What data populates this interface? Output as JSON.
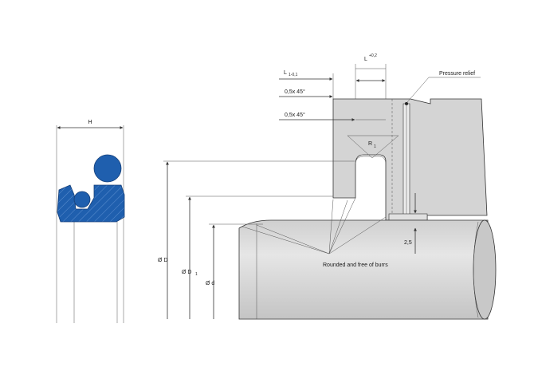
{
  "colors": {
    "seal_blue": "#1f5fae",
    "housing_gray": "#d4d4d4",
    "rod_gray": "#d9d9d9",
    "line": "#333333"
  },
  "labels": {
    "h": "H",
    "l1": "L",
    "l1_sub": "1-0,1",
    "l": "L",
    "l_sup": "+0,2",
    "chamfer1": "0,5x  45°",
    "chamfer2": "0,5x  45°",
    "r1": "R",
    "r1_sub": "1",
    "pressure_relief": "Pressure relief",
    "rounded": "Rounded and free of burrs",
    "dim_25": "2,5",
    "dia_d_outer": "Ø D",
    "dia_d1": "Ø D",
    "dia_d1_sub": "1",
    "dia_d_inner": "Ø d"
  }
}
